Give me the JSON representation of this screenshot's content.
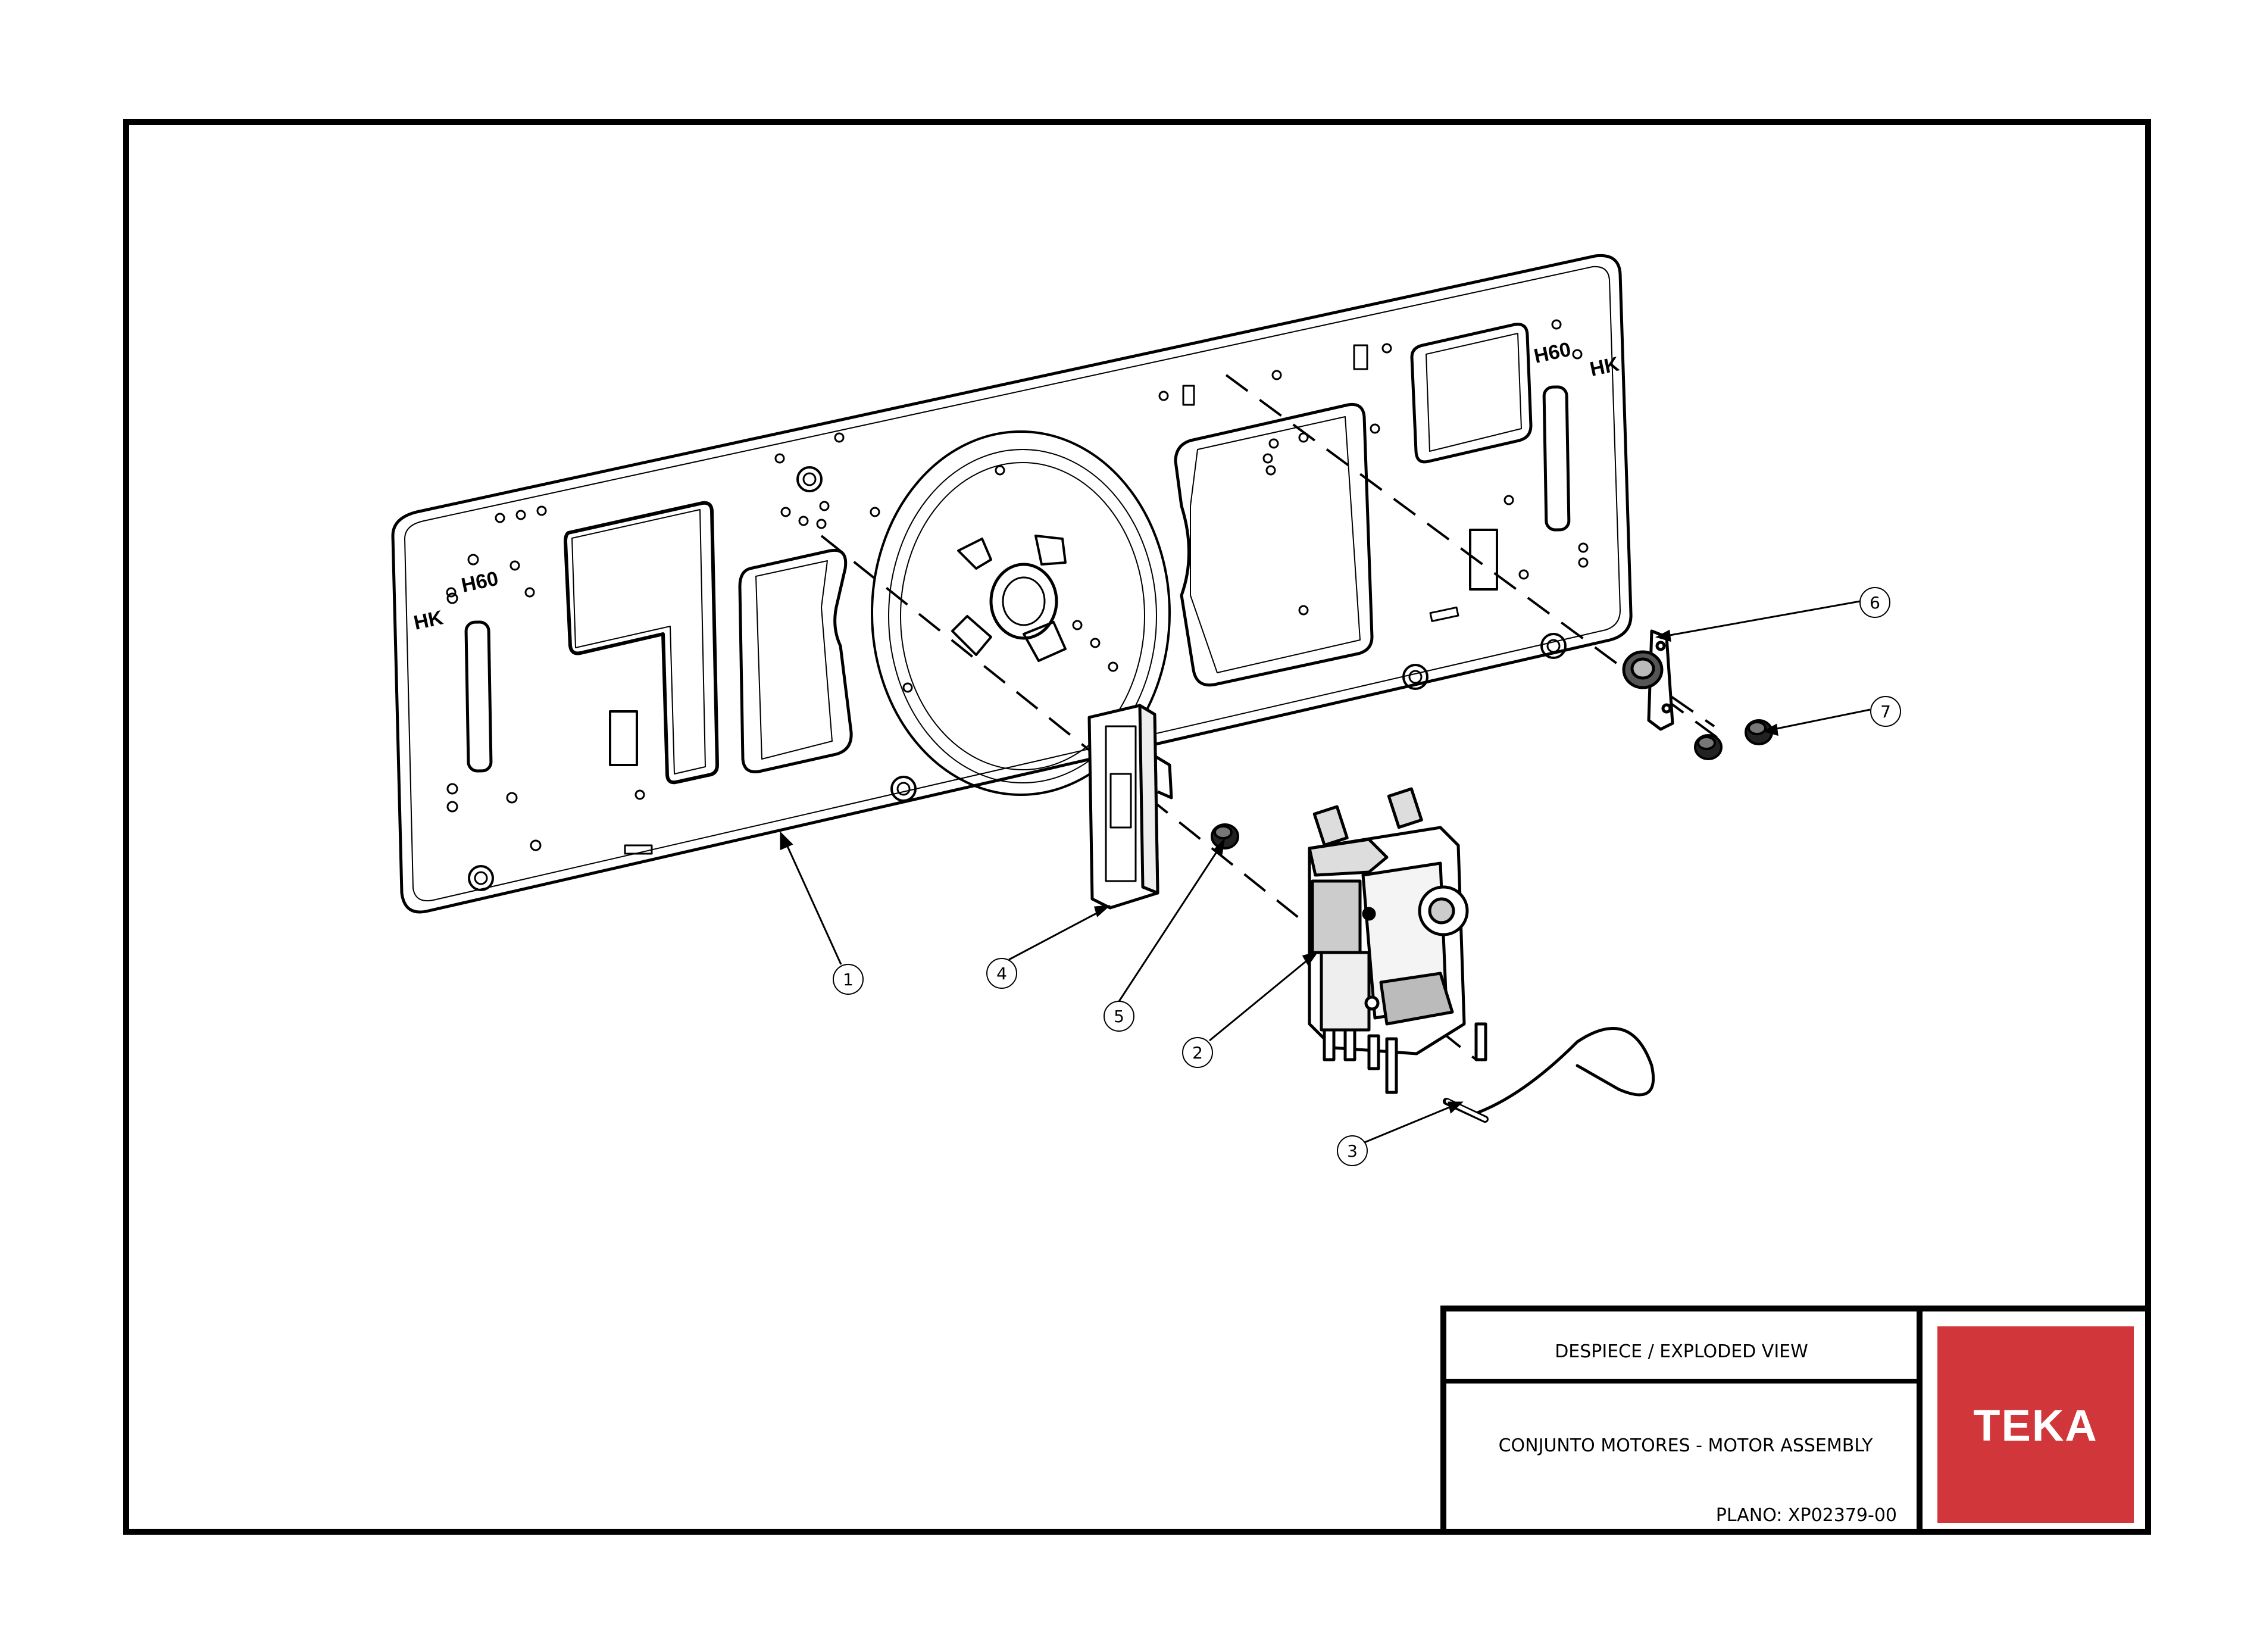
{
  "title_block": {
    "view_title": "DESPIECE / EXPLODED VIEW",
    "assembly_name": "CONJUNTO MOTORES - MOTOR ASSEMBLY",
    "plan_number": "PLANO: XP02379-00"
  },
  "brand": {
    "name": "TEKA",
    "color": "#D0363A"
  },
  "plate_marks": {
    "left_model": "H60",
    "left_code": "HK",
    "right_model": "H60",
    "right_code": "HK"
  },
  "callouts": [
    {
      "number": "1",
      "part": "back-plate"
    },
    {
      "number": "2",
      "part": "fan-motor"
    },
    {
      "number": "3",
      "part": "wire-harness"
    },
    {
      "number": "4",
      "part": "motor-bracket"
    },
    {
      "number": "5",
      "part": "screw"
    },
    {
      "number": "6",
      "part": "thermostat"
    },
    {
      "number": "7",
      "part": "screw"
    }
  ]
}
